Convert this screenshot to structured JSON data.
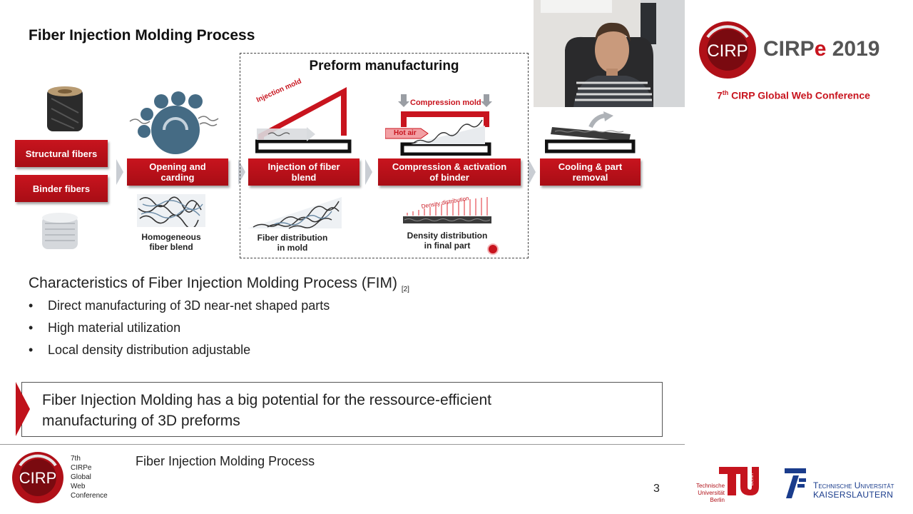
{
  "slide": {
    "title": "Fiber Injection Molding Process",
    "inputs": {
      "structural": "Structural fibers",
      "binder": "Binder fibers"
    },
    "steps": [
      {
        "label_line1": "Opening and",
        "label_line2": "carding",
        "caption_line1": "Homogeneous",
        "caption_line2": "fiber blend"
      },
      {
        "label_line1": "Injection of fiber",
        "label_line2": "blend",
        "caption_line1": "Fiber distribution",
        "caption_line2": "in mold"
      },
      {
        "label_line1": "Compression & activation",
        "label_line2": "of binder",
        "caption_line1": "Density distribution",
        "caption_line2": "in final part"
      },
      {
        "label_line1": "Cooling & part",
        "label_line2": "removal"
      }
    ],
    "preform_title": "Preform manufacturing",
    "diagram_labels": {
      "injection_mold": "Injection mold",
      "compression_mold": "Compression mold",
      "hot_air": "Hot air",
      "density_distribution": "Density distribution"
    },
    "characteristics_heading": "Characteristics of Fiber Injection Molding Process (FIM)",
    "reference": "[2]",
    "bullets": [
      "Direct manufacturing of 3D near-net shaped parts",
      "High material utilization",
      "Local density distribution adjustable"
    ],
    "callout_line1": "Fiber Injection Molding has a big potential for the ressource-efficient",
    "callout_line2": "manufacturing of 3D preforms"
  },
  "footer": {
    "logo_text": "CIRP",
    "conf_lines": [
      "7th",
      "CIRPe",
      "Global",
      "Web",
      "Conference"
    ],
    "title": "Fiber Injection Molding Process",
    "page_number": "3"
  },
  "side_panel": {
    "logo_text": "CIRP",
    "title_main": "CIRP",
    "title_e": "e",
    "title_year": " 2019",
    "conf_num": "7",
    "conf_sup": "th",
    "conf_rest": " CIRP Global Web Conference"
  },
  "logos": {
    "tu_berlin_lines": [
      "Technische",
      "Universität",
      "Berlin"
    ],
    "tu_berlin_mark": "berlin",
    "tuk_line1": "Technische Universität",
    "tuk_line2": "Kaiserslautern"
  },
  "colors": {
    "accent_red": "#c8141e",
    "tuk_blue": "#1a3c8c"
  }
}
